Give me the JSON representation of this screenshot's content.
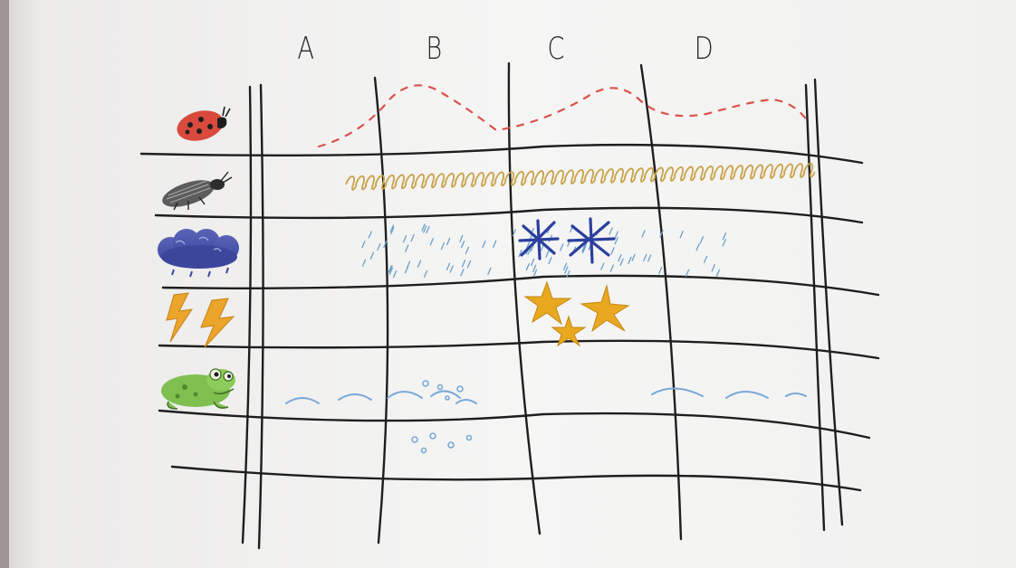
{
  "columns": [
    "A",
    "B",
    "C",
    "D"
  ],
  "rows": [
    {
      "icon": "ladybug-icon"
    },
    {
      "icon": "beetle-icon"
    },
    {
      "icon": "storm-cloud-icon"
    },
    {
      "icon": "lightning-icon"
    },
    {
      "icon": "frog-icon"
    }
  ],
  "colors": {
    "paper": "#f4f4f3",
    "pencil": "#1d1d1d",
    "red_dashes": "#d8534b",
    "gold_spiral": "#c9a24a",
    "rain": "#6aa0c8",
    "blue_cross": "#2b3f9e",
    "star": "#e5a421",
    "frog": "#7fbf4f",
    "wave": "#7aa9d6"
  }
}
